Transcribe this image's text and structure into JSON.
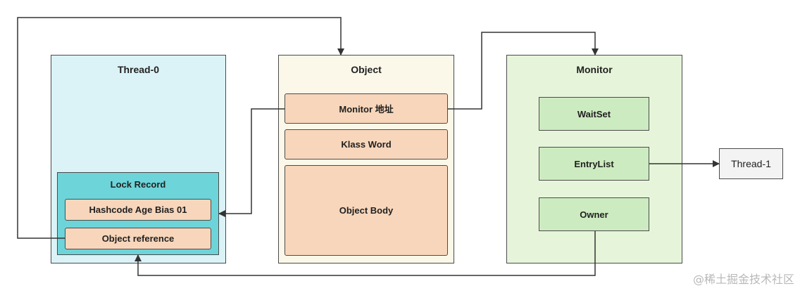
{
  "thread0": {
    "title": "Thread-0",
    "lock_record": {
      "title": "Lock Record",
      "fields": [
        "Hashcode Age Bias 01",
        "Object reference"
      ]
    }
  },
  "object": {
    "title": "Object",
    "fields": [
      "Monitor 地址",
      "Klass Word",
      "Object Body"
    ]
  },
  "monitor": {
    "title": "Monitor",
    "fields": [
      "WaitSet",
      "EntryList",
      "Owner"
    ]
  },
  "thread1": {
    "label": "Thread-1"
  },
  "watermark": "@稀土掘金技术社区",
  "colors": {
    "thread_panel": "#dbf3f7",
    "lock_record": "#6dd4d9",
    "object_panel": "#fbf8e9",
    "monitor_panel": "#e6f5da",
    "field_peach": "#f8d6bb",
    "field_green": "#cdebc0",
    "line": "#333333"
  }
}
